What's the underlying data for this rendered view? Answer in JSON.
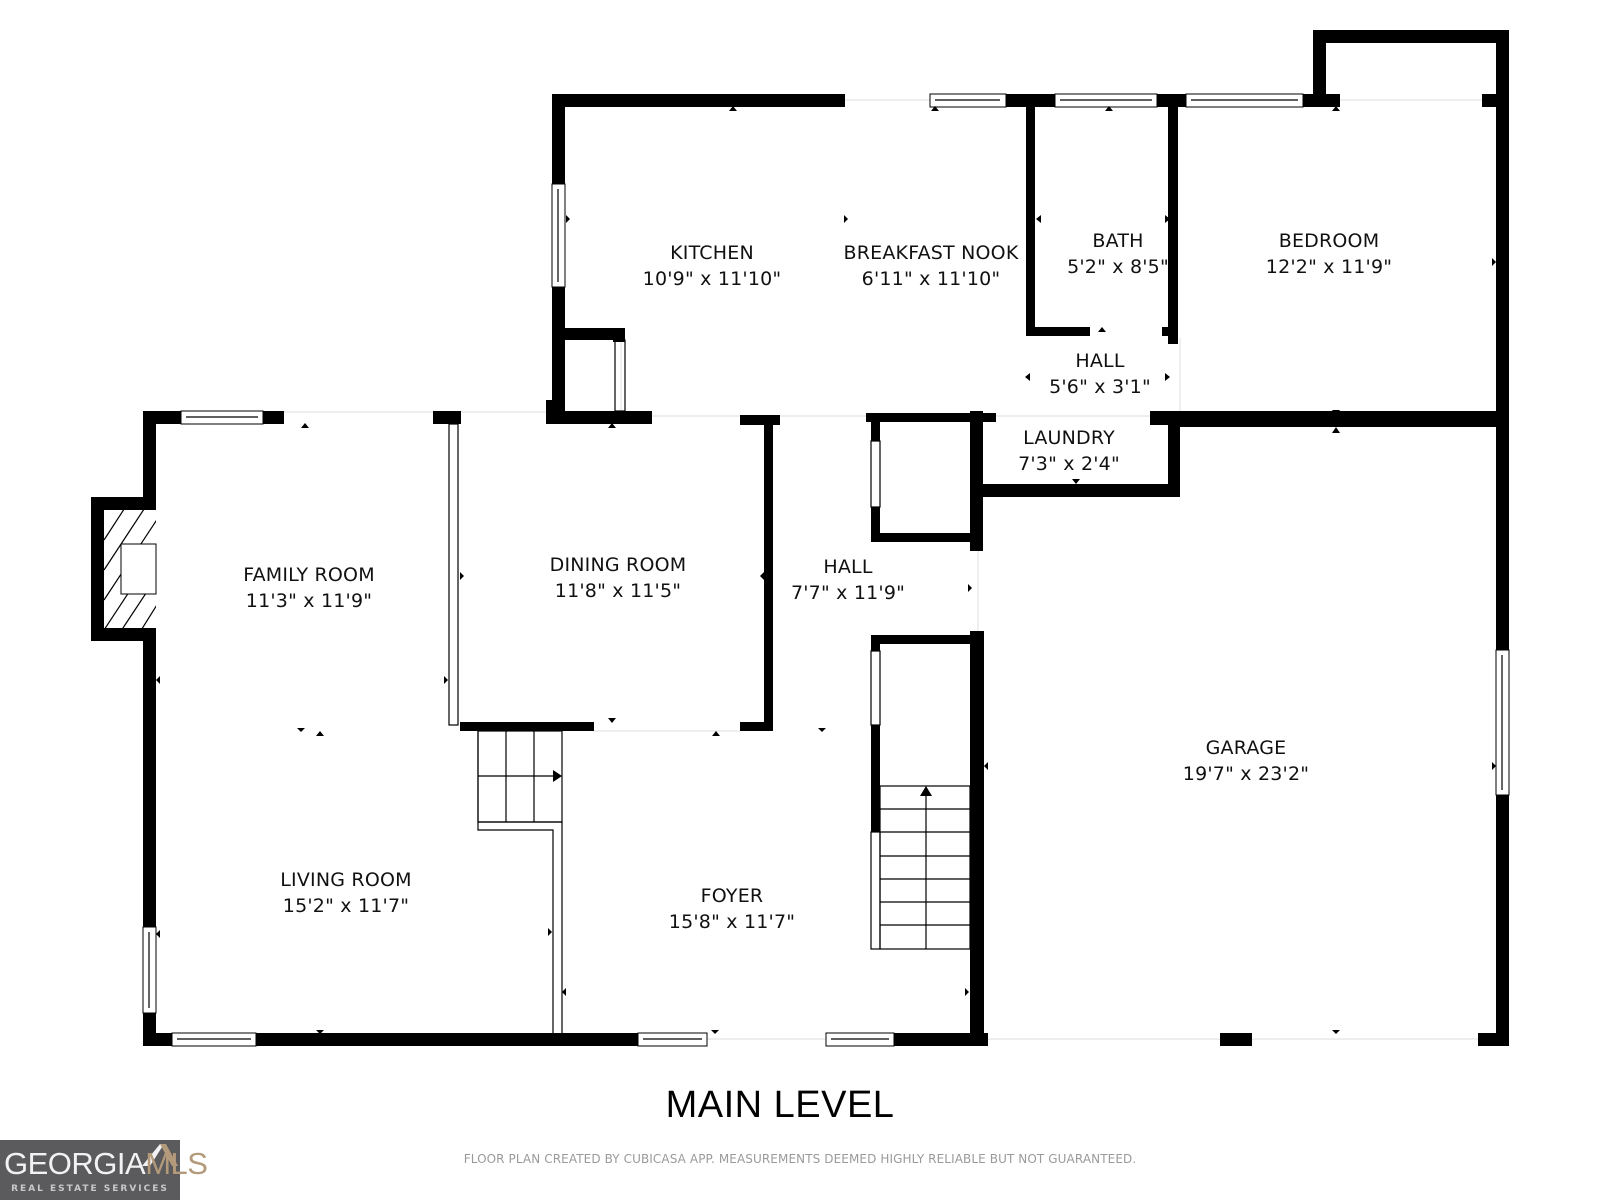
{
  "plan": {
    "level_title": "MAIN LEVEL",
    "disclaimer": "FLOOR PLAN CREATED BY CUBICASA APP. MEASUREMENTS DEEMED HIGHLY RELIABLE BUT NOT GUARANTEED.",
    "rooms": [
      {
        "name": "KITCHEN",
        "dimensions": "10'9\" x 11'10\""
      },
      {
        "name": "BREAKFAST NOOK",
        "dimensions": "6'11\" x 11'10\""
      },
      {
        "name": "BATH",
        "dimensions": "5'2\" x 8'5\""
      },
      {
        "name": "BEDROOM",
        "dimensions": "12'2\" x 11'9\""
      },
      {
        "name": "HALL",
        "dimensions": "5'6\" x 3'1\""
      },
      {
        "name": "LAUNDRY",
        "dimensions": "7'3\" x 2'4\""
      },
      {
        "name": "FAMILY ROOM",
        "dimensions": "11'3\" x 11'9\""
      },
      {
        "name": "DINING ROOM",
        "dimensions": "11'8\" x 11'5\""
      },
      {
        "name": "HALL",
        "dimensions": "7'7\" x 11'9\""
      },
      {
        "name": "GARAGE",
        "dimensions": "19'7\" x 23'2\""
      },
      {
        "name": "LIVING ROOM",
        "dimensions": "15'2\" x 11'7\""
      },
      {
        "name": "FOYER",
        "dimensions": "15'8\" x 11'7\""
      }
    ]
  },
  "logo": {
    "brand_left": "GEORGIA",
    "brand_right": "MLS",
    "tagline": "REAL ESTATE SERVICES",
    "colors": {
      "background": "#5b5b5d",
      "accent": "#b39a7a",
      "text": "#f2f2f2"
    }
  }
}
